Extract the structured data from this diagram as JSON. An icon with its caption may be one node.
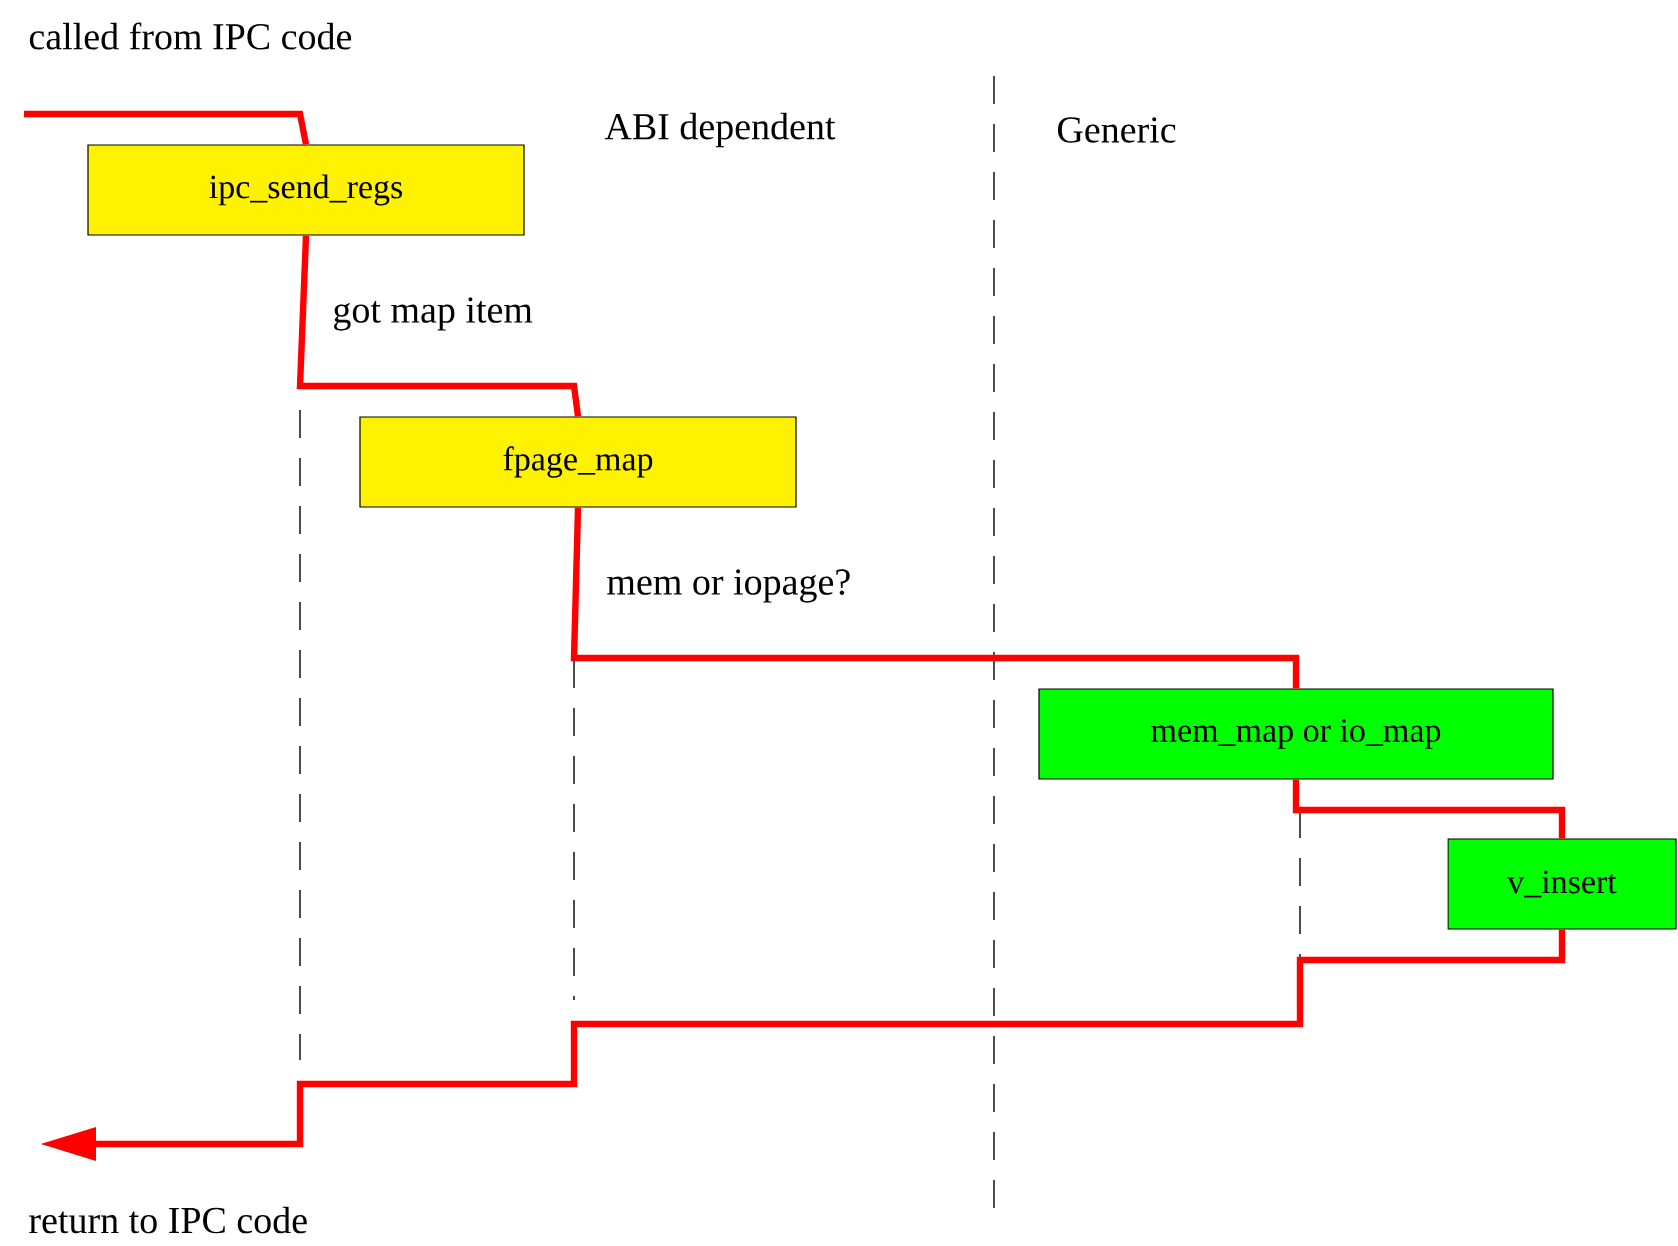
{
  "diagram": {
    "nodes": [
      {
        "text": [
          "ipc_send_regs"
        ]
      },
      {
        "text": [
          "fpage_map"
        ]
      },
      {
        "text": [
          "mem_map or io_map"
        ]
      },
      {
        "text": [
          "v_insert"
        ]
      }
    ],
    "edges": [
      {
        "from": null,
        "to": 0,
        "arrow": "none"
      },
      {
        "from": 0,
        "to": 1,
        "arrow": "none",
        "label": "got map item"
      },
      {
        "from": 1,
        "to": 2,
        "arrow": "none",
        "label": "mem or iopage?"
      },
      {
        "from": 2,
        "to": 3,
        "arrow": "none"
      },
      {
        "from": 3,
        "to": null,
        "arrow": "to"
      }
    ],
    "labels": [
      "called from IPC code",
      "ABI dependent",
      "Generic",
      "return to IPC code"
    ]
  }
}
